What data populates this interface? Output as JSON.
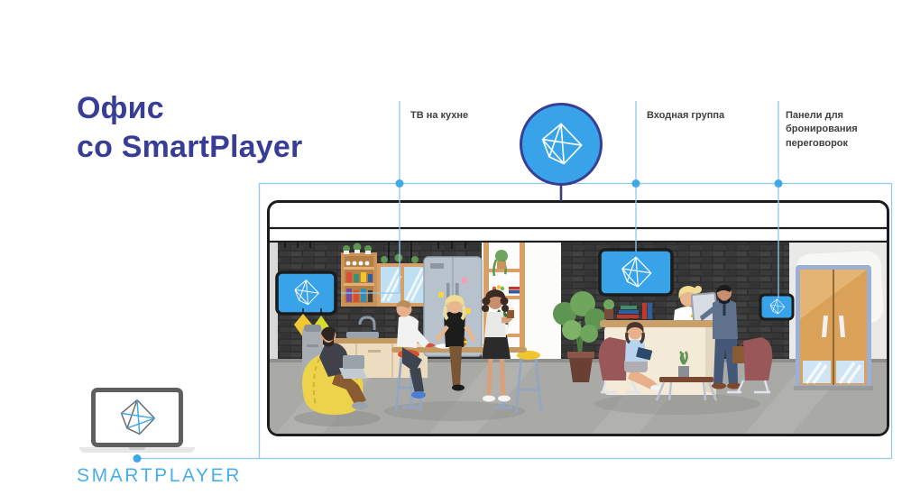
{
  "slide": {
    "title": "Офис\nсо SmartPlayer"
  },
  "callouts": {
    "kitchen_tv": "ТВ на кухне",
    "entrance": "Входная группа",
    "booking": "Панели для\nбронирования\nпереговорок"
  },
  "brand": {
    "wordmark": "SMARTPLAYER"
  },
  "icons": {
    "logo": "smartplayer-crystal-logo"
  },
  "colors": {
    "indigo": "#383d96",
    "accent_blue": "#38a3e8",
    "connector_blue": "#8ccbef",
    "dot_blue": "#3fa9e8",
    "label_text": "#3f3f3f",
    "wordmark_blue": "#4aafe8",
    "brick_wall": "#3a3a3a",
    "floor": "#a9a9a6",
    "wood": "#d8a066",
    "door_wood": "#d9a258",
    "armchair": "#9a575a",
    "beanbag": "#ecd34b",
    "desk": "#f3ead8",
    "suit": "#5f718c",
    "fridge": "#b7c2cc"
  }
}
